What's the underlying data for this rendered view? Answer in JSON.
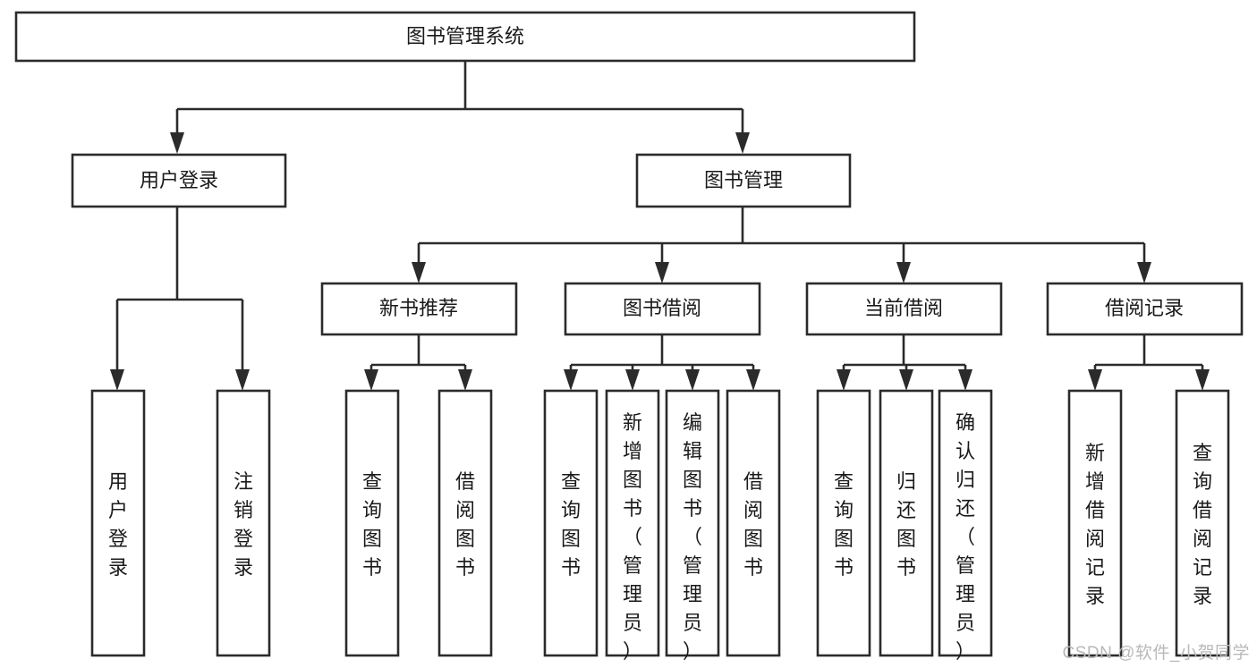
{
  "diagram": {
    "title": "图书管理系统",
    "type": "hierarchy-tree",
    "watermark": "CSDN @软件_小贺同学",
    "colors": {
      "stroke": "#2b2b2b",
      "fill": "#ffffff",
      "text": "#1a1a1a",
      "watermark": "#b9b9b9"
    },
    "levels": {
      "root": "图书管理系统",
      "level2": [
        "用户登录",
        "图书管理"
      ],
      "level3": [
        "新书推荐",
        "图书借阅",
        "当前借阅",
        "借阅记录"
      ],
      "level4_groups": [
        {
          "parent": "用户登录",
          "children": [
            "用户登录",
            "注销登录"
          ]
        },
        {
          "parent": "新书推荐",
          "children": [
            "查询图书",
            "借阅图书"
          ]
        },
        {
          "parent": "图书借阅",
          "children": [
            "查询图书",
            "新增图书（管理员）",
            "编辑图书（管理员）",
            "借阅图书"
          ]
        },
        {
          "parent": "当前借阅",
          "children": [
            "查询图书",
            "归还图书",
            "确认归还（管理员）"
          ]
        },
        {
          "parent": "借阅记录",
          "children": [
            "新增借阅记录",
            "查询借阅记录"
          ]
        }
      ]
    },
    "nodes": {
      "root": {
        "label": "图书管理系统"
      },
      "user_login": {
        "label": "用户登录"
      },
      "book_manage": {
        "label": "图书管理"
      },
      "new_book_rec": {
        "label": "新书推荐"
      },
      "book_borrow": {
        "label": "图书借阅"
      },
      "current_borrow": {
        "label": "当前借阅"
      },
      "borrow_record": {
        "label": "借阅记录"
      },
      "leaf_user_login": {
        "label": "用户登录"
      },
      "leaf_logout": {
        "label": "注销登录"
      },
      "leaf_query_book_a": {
        "label": "查询图书"
      },
      "leaf_borrow_book_a": {
        "label": "借阅图书"
      },
      "leaf_query_book_b": {
        "label": "查询图书"
      },
      "leaf_add_book": {
        "label": "新增图书（管理员）"
      },
      "leaf_edit_book": {
        "label": "编辑图书（管理员）"
      },
      "leaf_borrow_book_b": {
        "label": "借阅图书"
      },
      "leaf_query_book_c": {
        "label": "查询图书"
      },
      "leaf_return_book": {
        "label": "归还图书"
      },
      "leaf_confirm_return": {
        "label": "确认归还（管理员）"
      },
      "leaf_add_record": {
        "label": "新增借阅记录"
      },
      "leaf_query_record": {
        "label": "查询借阅记录"
      }
    }
  }
}
